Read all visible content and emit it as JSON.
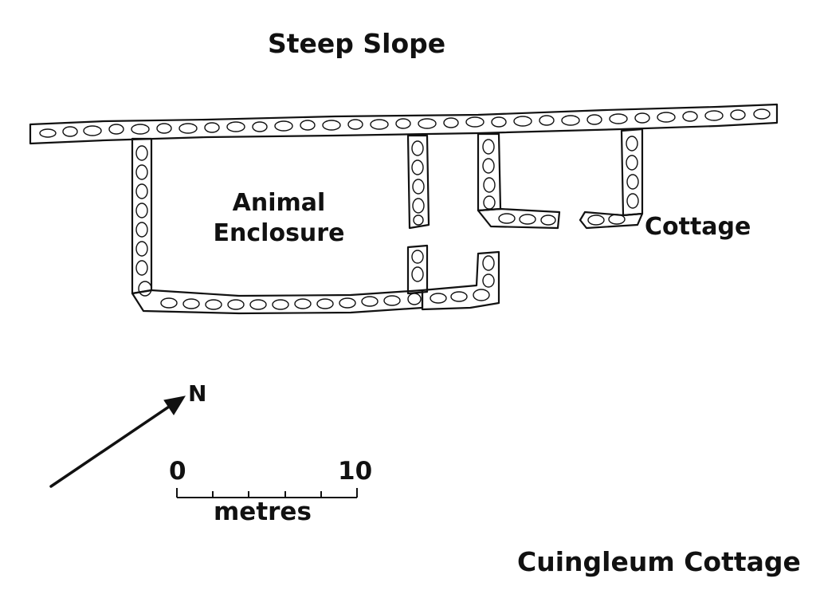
{
  "labels": {
    "steep_slope": "Steep Slope",
    "animal_enclosure": "Animal Enclosure",
    "cottage": "Cottage",
    "north": "N",
    "scale_min": "0",
    "scale_max": "10",
    "scale_unit": "metres",
    "title": "Cuingleum Cottage"
  },
  "colors": {
    "ink": "#111111",
    "background": "#ffffff"
  }
}
